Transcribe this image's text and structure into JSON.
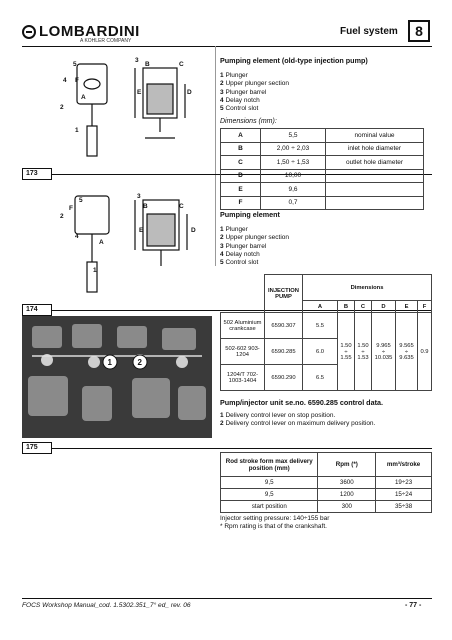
{
  "header": {
    "brand": "LOMBARDINI",
    "brand_sub": "A KOHLER COMPANY",
    "section": "Fuel system",
    "chapter": "8"
  },
  "figures": {
    "fig173": "173",
    "fig174": "174",
    "fig175": "175",
    "callouts_173": [
      "5",
      "4",
      "F",
      "2",
      "A",
      "1",
      "3",
      "B",
      "C",
      "E",
      "D"
    ],
    "callouts_174": [
      "2",
      "5",
      "F",
      "4",
      "A",
      "1",
      "3",
      "B",
      "C",
      "E",
      "D"
    ],
    "callouts_175": [
      "1",
      "2"
    ]
  },
  "old_pump": {
    "title": "Pumping element (old-type injection pump)",
    "items": [
      {
        "num": "1",
        "text": "Plunger"
      },
      {
        "num": "2",
        "text": "Upper plunger section"
      },
      {
        "num": "3",
        "text": "Plunger barrel"
      },
      {
        "num": "4",
        "text": "Delay notch"
      },
      {
        "num": "5",
        "text": "Control slot"
      }
    ],
    "dims_label": "Dimensions (mm):",
    "dims": [
      {
        "k": "A",
        "v": "5,5",
        "n": "nominal value"
      },
      {
        "k": "B",
        "v": "2,00 ÷ 2,03",
        "n": "inlet hole diameter"
      },
      {
        "k": "C",
        "v": "1,50 ÷ 1,53",
        "n": "outlet hole diameter"
      },
      {
        "k": "D",
        "v": "10,00",
        "n": ""
      },
      {
        "k": "E",
        "v": "9,6",
        "n": ""
      },
      {
        "k": "F",
        "v": "0,7",
        "n": ""
      }
    ]
  },
  "new_pump": {
    "title": "Pumping element",
    "items": [
      {
        "num": "1",
        "text": "Plunger"
      },
      {
        "num": "2",
        "text": "Upper plunger section"
      },
      {
        "num": "3",
        "text": "Plunger barrel"
      },
      {
        "num": "4",
        "text": "Delay notch"
      },
      {
        "num": "5",
        "text": "Control slot"
      }
    ]
  },
  "pump_table": {
    "h_pump": "INJECTION PUMP",
    "h_dims": "Dimensions",
    "cols": [
      "A",
      "B",
      "C",
      "D",
      "E",
      "F"
    ],
    "rows": [
      {
        "engine": "502 Aluminium crankcase",
        "pump": "6590.307",
        "A": "5.5"
      },
      {
        "engine": "502-602 903-1204",
        "pump": "6590.285",
        "A": "6.0"
      },
      {
        "engine": "1204/T 702-1003-1404",
        "pump": "6590.290",
        "A": "6.5"
      }
    ],
    "B": [
      "1.50",
      "÷",
      "1.55"
    ],
    "C": [
      "1.50",
      "÷",
      "1.53"
    ],
    "D": [
      "9.965",
      "÷",
      "10.035"
    ],
    "E": [
      "9.565",
      "÷",
      "9.635"
    ],
    "F": "0.9"
  },
  "pump_injector": {
    "title": "Pump/injector unit se.no. 6590.285 control data.",
    "items": [
      {
        "num": "1",
        "text": "Delivery control lever on stop position."
      },
      {
        "num": "2",
        "text": "Delivery control lever on maximum delivery position."
      }
    ]
  },
  "rod_table": {
    "h1": "Rod stroke form max delivery position (mm)",
    "h2": "Rpm (*)",
    "h3": "mm³/stroke",
    "rows": [
      {
        "stroke": "9,5",
        "rpm": "3600",
        "mm3": "19÷23"
      },
      {
        "stroke": "9,5",
        "rpm": "1200",
        "mm3": "15÷24"
      },
      {
        "stroke": "start position",
        "rpm": "300",
        "mm3": "35÷38"
      }
    ]
  },
  "notes": {
    "pressure": "Injector setting pressure: 140÷155 bar",
    "rpm_note": "* Rpm rating is that of the crankshaft."
  },
  "footer": {
    "manual": "FOCS Workshop Manual_cod. 1.5302.351_7° ed_ rev. 06",
    "page": "- 77 -"
  }
}
